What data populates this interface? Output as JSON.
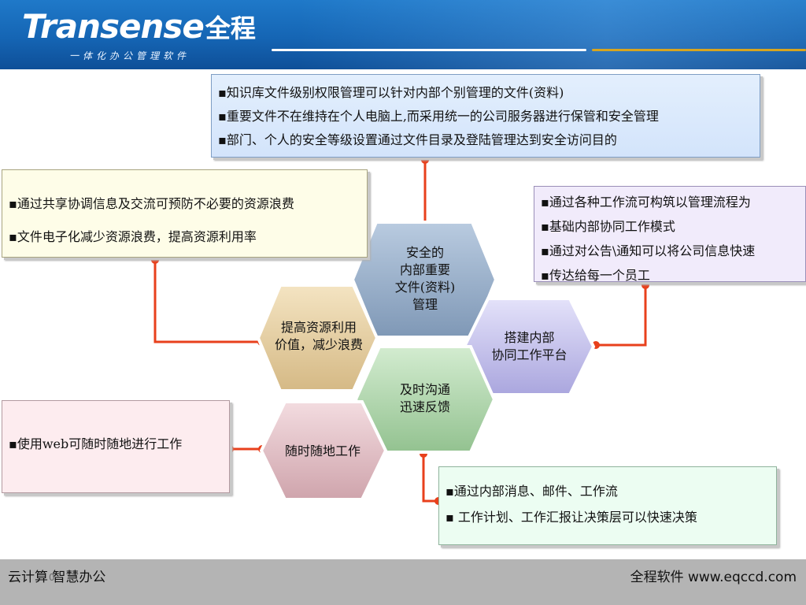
{
  "header": {
    "logo_en": "Transense",
    "logo_cn": "全程",
    "tagline": "一体化办公管理软件"
  },
  "boxes": {
    "top": [
      "▪知识库文件级别权限管理可以针对内部个别管理的文件(资料)",
      "▪重要文件不在维持在个人电脑上,而采用统一的公司服务器进行保管和安全管理",
      "▪部门、个人的安全等级设置通过文件目录及登陆管理达到安全访问目的"
    ],
    "left": [
      "▪通过共享协调信息及交流可预防不必要的资源浪费",
      "▪文件电子化减少资源浪费，提高资源利用率"
    ],
    "right": [
      "▪通过各种工作流可构筑以管理流程为",
      "▪基础内部协同工作模式",
      "▪通过对公告\\通知可以将公司信息快速",
      "▪传达给每一个员工"
    ],
    "bottom_left": [
      "▪使用web可随时随地进行工作"
    ],
    "bottom_right": [
      "▪通过内部消息、邮件、工作流",
      "▪ 工作计划、工作汇报让决策层可以快速决策"
    ]
  },
  "hexagons": {
    "security": [
      "安全的",
      "内部重要",
      "文件(资料)",
      "管理"
    ],
    "resource": [
      "提高资源利用",
      "价值，减少浪费"
    ],
    "collab": [
      "搭建内部",
      "协同工作平台"
    ],
    "communicate": [
      "及时沟通",
      "迅速反馈"
    ],
    "anywhere": [
      "随时随地工作"
    ]
  },
  "footer": {
    "left": "云计算 智慧办公",
    "page": "0",
    "right": "全程软件 www.eqccd.com"
  },
  "colors": {
    "header_blue": "#1565b4",
    "accent_gold": "#d7a520",
    "connector_red": "#e8401c",
    "hex_security": "#9bb2cc",
    "hex_resource": "#e7d2a6",
    "hex_collab": "#c9c6ee",
    "hex_communicate": "#b3d9b0",
    "hex_anywhere": "#e3c2c8"
  }
}
